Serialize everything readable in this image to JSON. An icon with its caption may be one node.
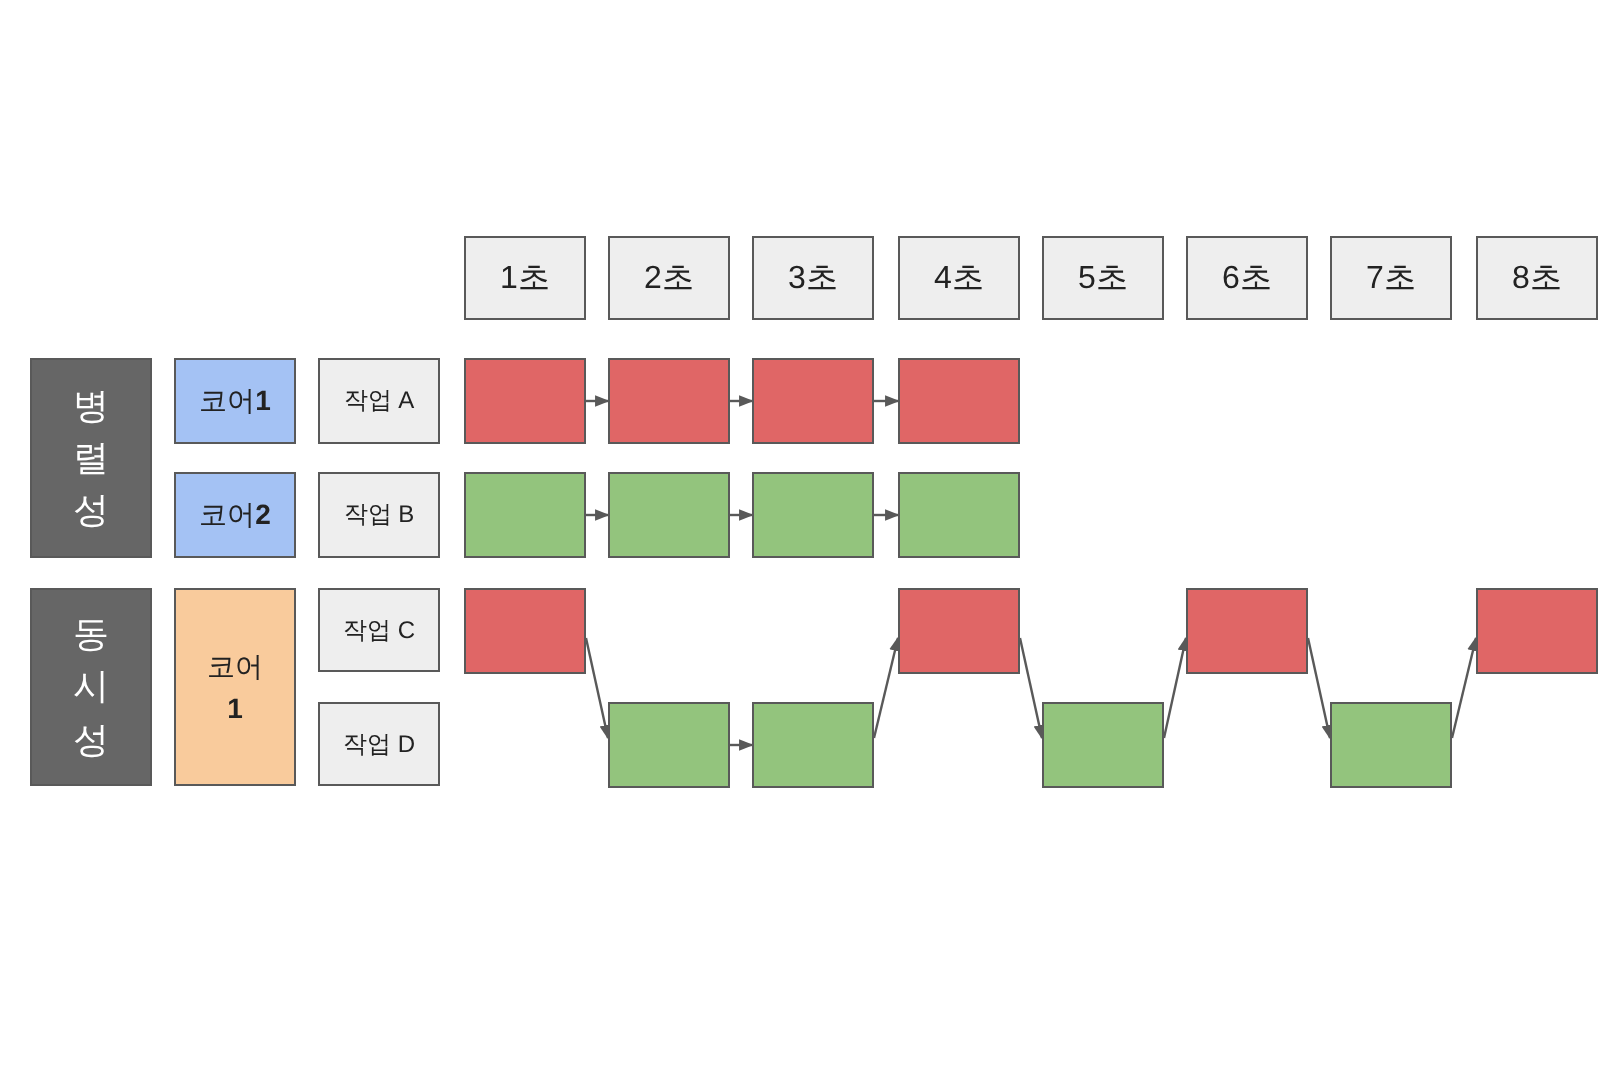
{
  "diagram": {
    "nodes": [
      {
        "text": [
          "1초"
        ]
      },
      {
        "text": [
          "2초"
        ]
      },
      {
        "text": [
          "3초"
        ]
      },
      {
        "text": [
          "4초"
        ]
      },
      {
        "text": [
          "5초"
        ]
      },
      {
        "text": [
          "6초"
        ]
      },
      {
        "text": [
          "7초"
        ]
      },
      {
        "text": [
          "8초"
        ]
      },
      {
        "text": [
          "병렬성"
        ]
      },
      {
        "text": [
          "코어**1**"
        ]
      },
      {
        "text": [
          "작업 A"
        ]
      },
      {
        "text": [
          "코어**2**"
        ]
      },
      {
        "text": [
          "작업 B"
        ]
      },
      {
        "text": [
          "동시성"
        ]
      },
      {
        "text": [
          "코어 **1**"
        ]
      },
      {
        "text": [
          "작업 C"
        ]
      },
      {
        "text": [
          "작업 D"
        ]
      },
      {
        "text": [],
        "shape": "box"
      },
      {
        "text": [],
        "shape": "box"
      },
      {
        "text": [],
        "shape": "box"
      },
      {
        "text": [],
        "shape": "box"
      },
      {
        "text": [],
        "shape": "box"
      },
      {
        "text": [],
        "shape": "box"
      },
      {
        "text": [],
        "shape": "box"
      },
      {
        "text": [],
        "shape": "box"
      },
      {
        "text": [],
        "shape": "box"
      },
      {
        "text": [],
        "shape": "box"
      },
      {
        "text": [],
        "shape": "box"
      },
      {
        "text": [],
        "shape": "box"
      },
      {
        "text": [],
        "shape": "box"
      },
      {
        "text": [],
        "shape": "box"
      },
      {
        "text": [],
        "shape": "box"
      },
      {
        "text": [],
        "shape": "box"
      }
    ],
    "edges": [
      {
        "from": 17,
        "to": 18,
        "arrow": "to"
      },
      {
        "from": 18,
        "to": 19,
        "arrow": "to"
      },
      {
        "from": 19,
        "to": 20,
        "arrow": "to"
      },
      {
        "from": 21,
        "to": 22,
        "arrow": "to"
      },
      {
        "from": 22,
        "to": 23,
        "arrow": "to"
      },
      {
        "from": 23,
        "to": 24,
        "arrow": "to"
      },
      {
        "from": 25,
        "to": 29,
        "arrow": "to"
      },
      {
        "from": 29,
        "to": 30,
        "arrow": "to"
      },
      {
        "from": 30,
        "to": 26,
        "arrow": "to"
      },
      {
        "from": 26,
        "to": 31,
        "arrow": "to"
      },
      {
        "from": 31,
        "to": 27,
        "arrow": "to"
      },
      {
        "from": 27,
        "to": 32,
        "arrow": "to"
      },
      {
        "from": 32,
        "to": 28,
        "arrow": "to"
      }
    ]
  }
}
